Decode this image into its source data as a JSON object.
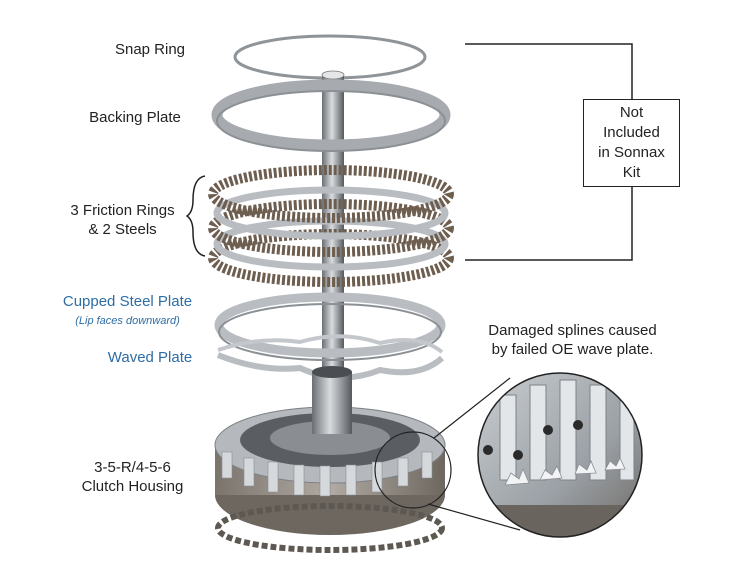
{
  "labels": {
    "snap_ring": "Snap Ring",
    "backing_plate": "Backing Plate",
    "friction_line1": "3 Friction Rings",
    "friction_line2": "& 2 Steels",
    "cupped_steel": "Cupped Steel Plate",
    "cupped_note": "(Lip faces downward)",
    "waved_plate": "Waved Plate",
    "housing_line1": "3-5-R/4-5-6",
    "housing_line2": "Clutch Housing",
    "damaged_line1": "Damaged splines caused",
    "damaged_line2": "by failed OE wave plate."
  },
  "not_included": {
    "line1": "Not",
    "line2": "Included",
    "line3": "in Sonnax",
    "line4": "Kit"
  },
  "colors": {
    "steel": "#b9bdc2",
    "friction": "#6e5e50",
    "housing": "#8a8580",
    "label_blue": "#2e6da4"
  }
}
